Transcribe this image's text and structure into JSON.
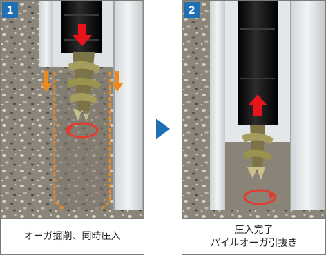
{
  "steps": [
    {
      "number": "1",
      "caption_lines": [
        "オーガ掘削、同時圧入"
      ]
    },
    {
      "number": "2",
      "caption_lines": [
        "圧入完了",
        "パイルオーガ引抜き"
      ]
    }
  ],
  "colors": {
    "badge": "#1f6fb5",
    "arrow_red": "#e8141c",
    "arrow_orange": "#f08a1e",
    "rotation": "#e33b2e",
    "casing": "#e9ecee",
    "rod": "#111111",
    "soil": "#8a8276"
  },
  "icons": [
    "down-arrow-icon",
    "up-arrow-icon",
    "rotation-icon",
    "next-step-arrow-icon"
  ]
}
